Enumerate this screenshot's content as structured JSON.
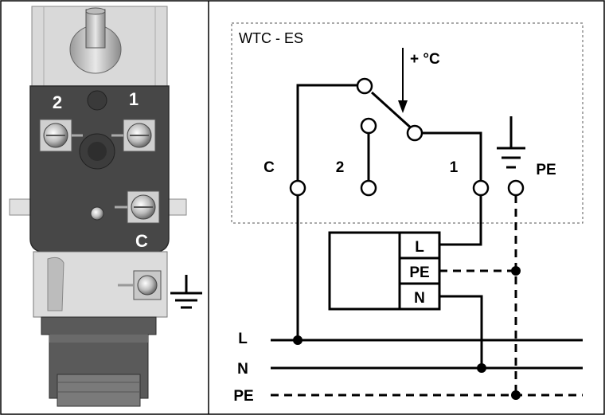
{
  "photo": {
    "terminal_labels": [
      "2",
      "1",
      "C"
    ],
    "colors": {
      "body": "#4a4a4a",
      "metal": "#cfcfcf",
      "panel_bg": "#f2f2f2"
    }
  },
  "diagram": {
    "box_title": "WTC - ES",
    "temp_label": "+ °C",
    "contact_labels": {
      "c": "C",
      "two": "2",
      "one": "1",
      "pe": "PE"
    },
    "block_terminals": [
      "L",
      "PE",
      "N"
    ],
    "bus_labels": [
      "L",
      "N",
      "PE"
    ]
  }
}
